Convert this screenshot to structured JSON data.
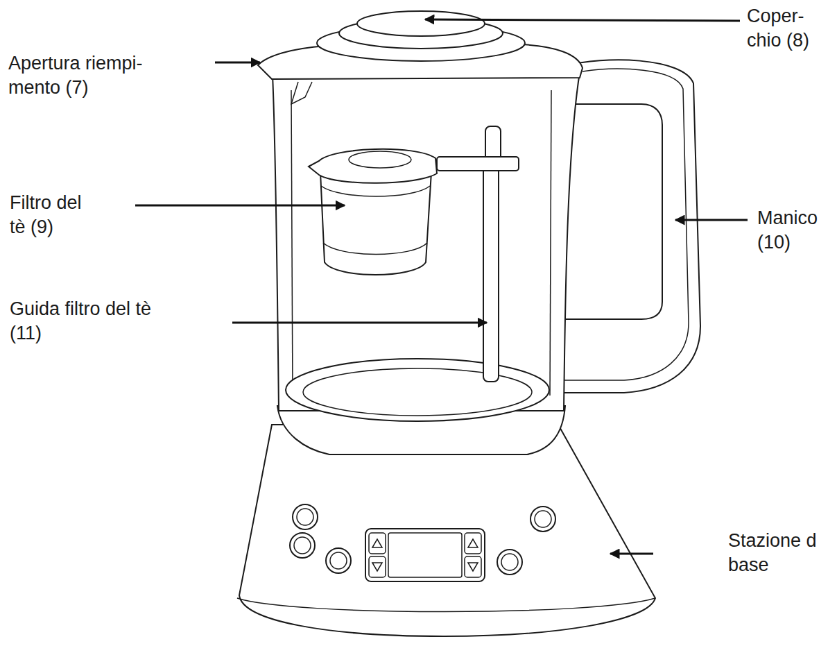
{
  "diagram": {
    "labels": [
      "Apertura riempi- mento (7)",
      "Coper- chio (8)",
      "Filtro del tè (9)",
      "Manico (10)",
      "Guida filtro del tè (11)",
      "Stazione d base"
    ]
  }
}
